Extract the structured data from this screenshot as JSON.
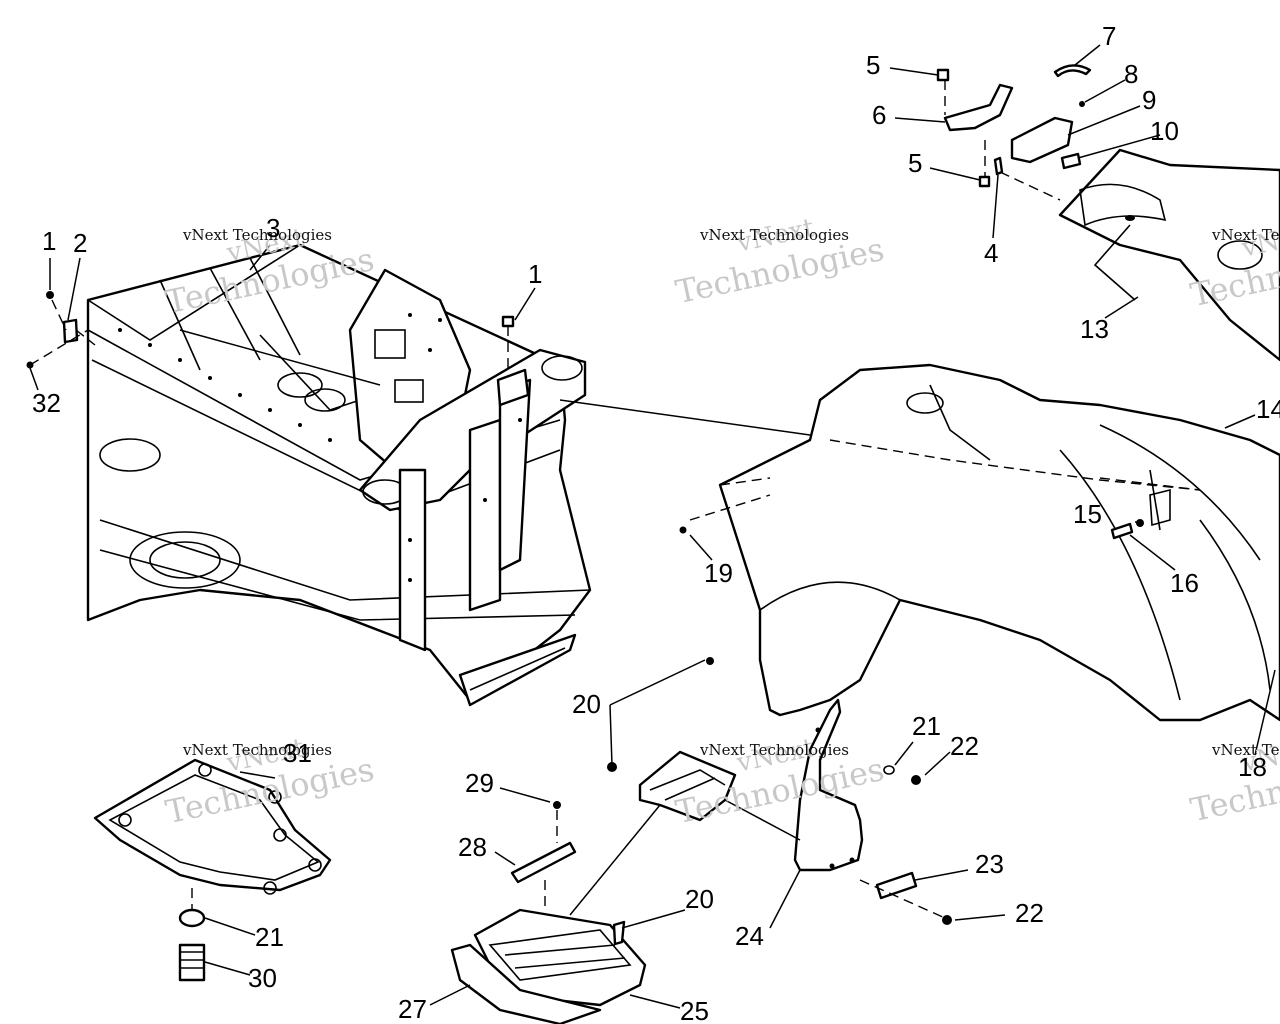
{
  "watermark": {
    "brand": "vNext",
    "company": "Technologies",
    "full": "vNext Technologies"
  },
  "callouts": [
    "1",
    "2",
    "3",
    "1",
    "32",
    "5",
    "7",
    "8",
    "6",
    "9",
    "10",
    "5",
    "4",
    "13",
    "14",
    "15",
    "16",
    "19",
    "18",
    "20",
    "21",
    "22",
    "31",
    "29",
    "28",
    "20",
    "24",
    "23",
    "22",
    "21",
    "30",
    "27",
    "25"
  ]
}
